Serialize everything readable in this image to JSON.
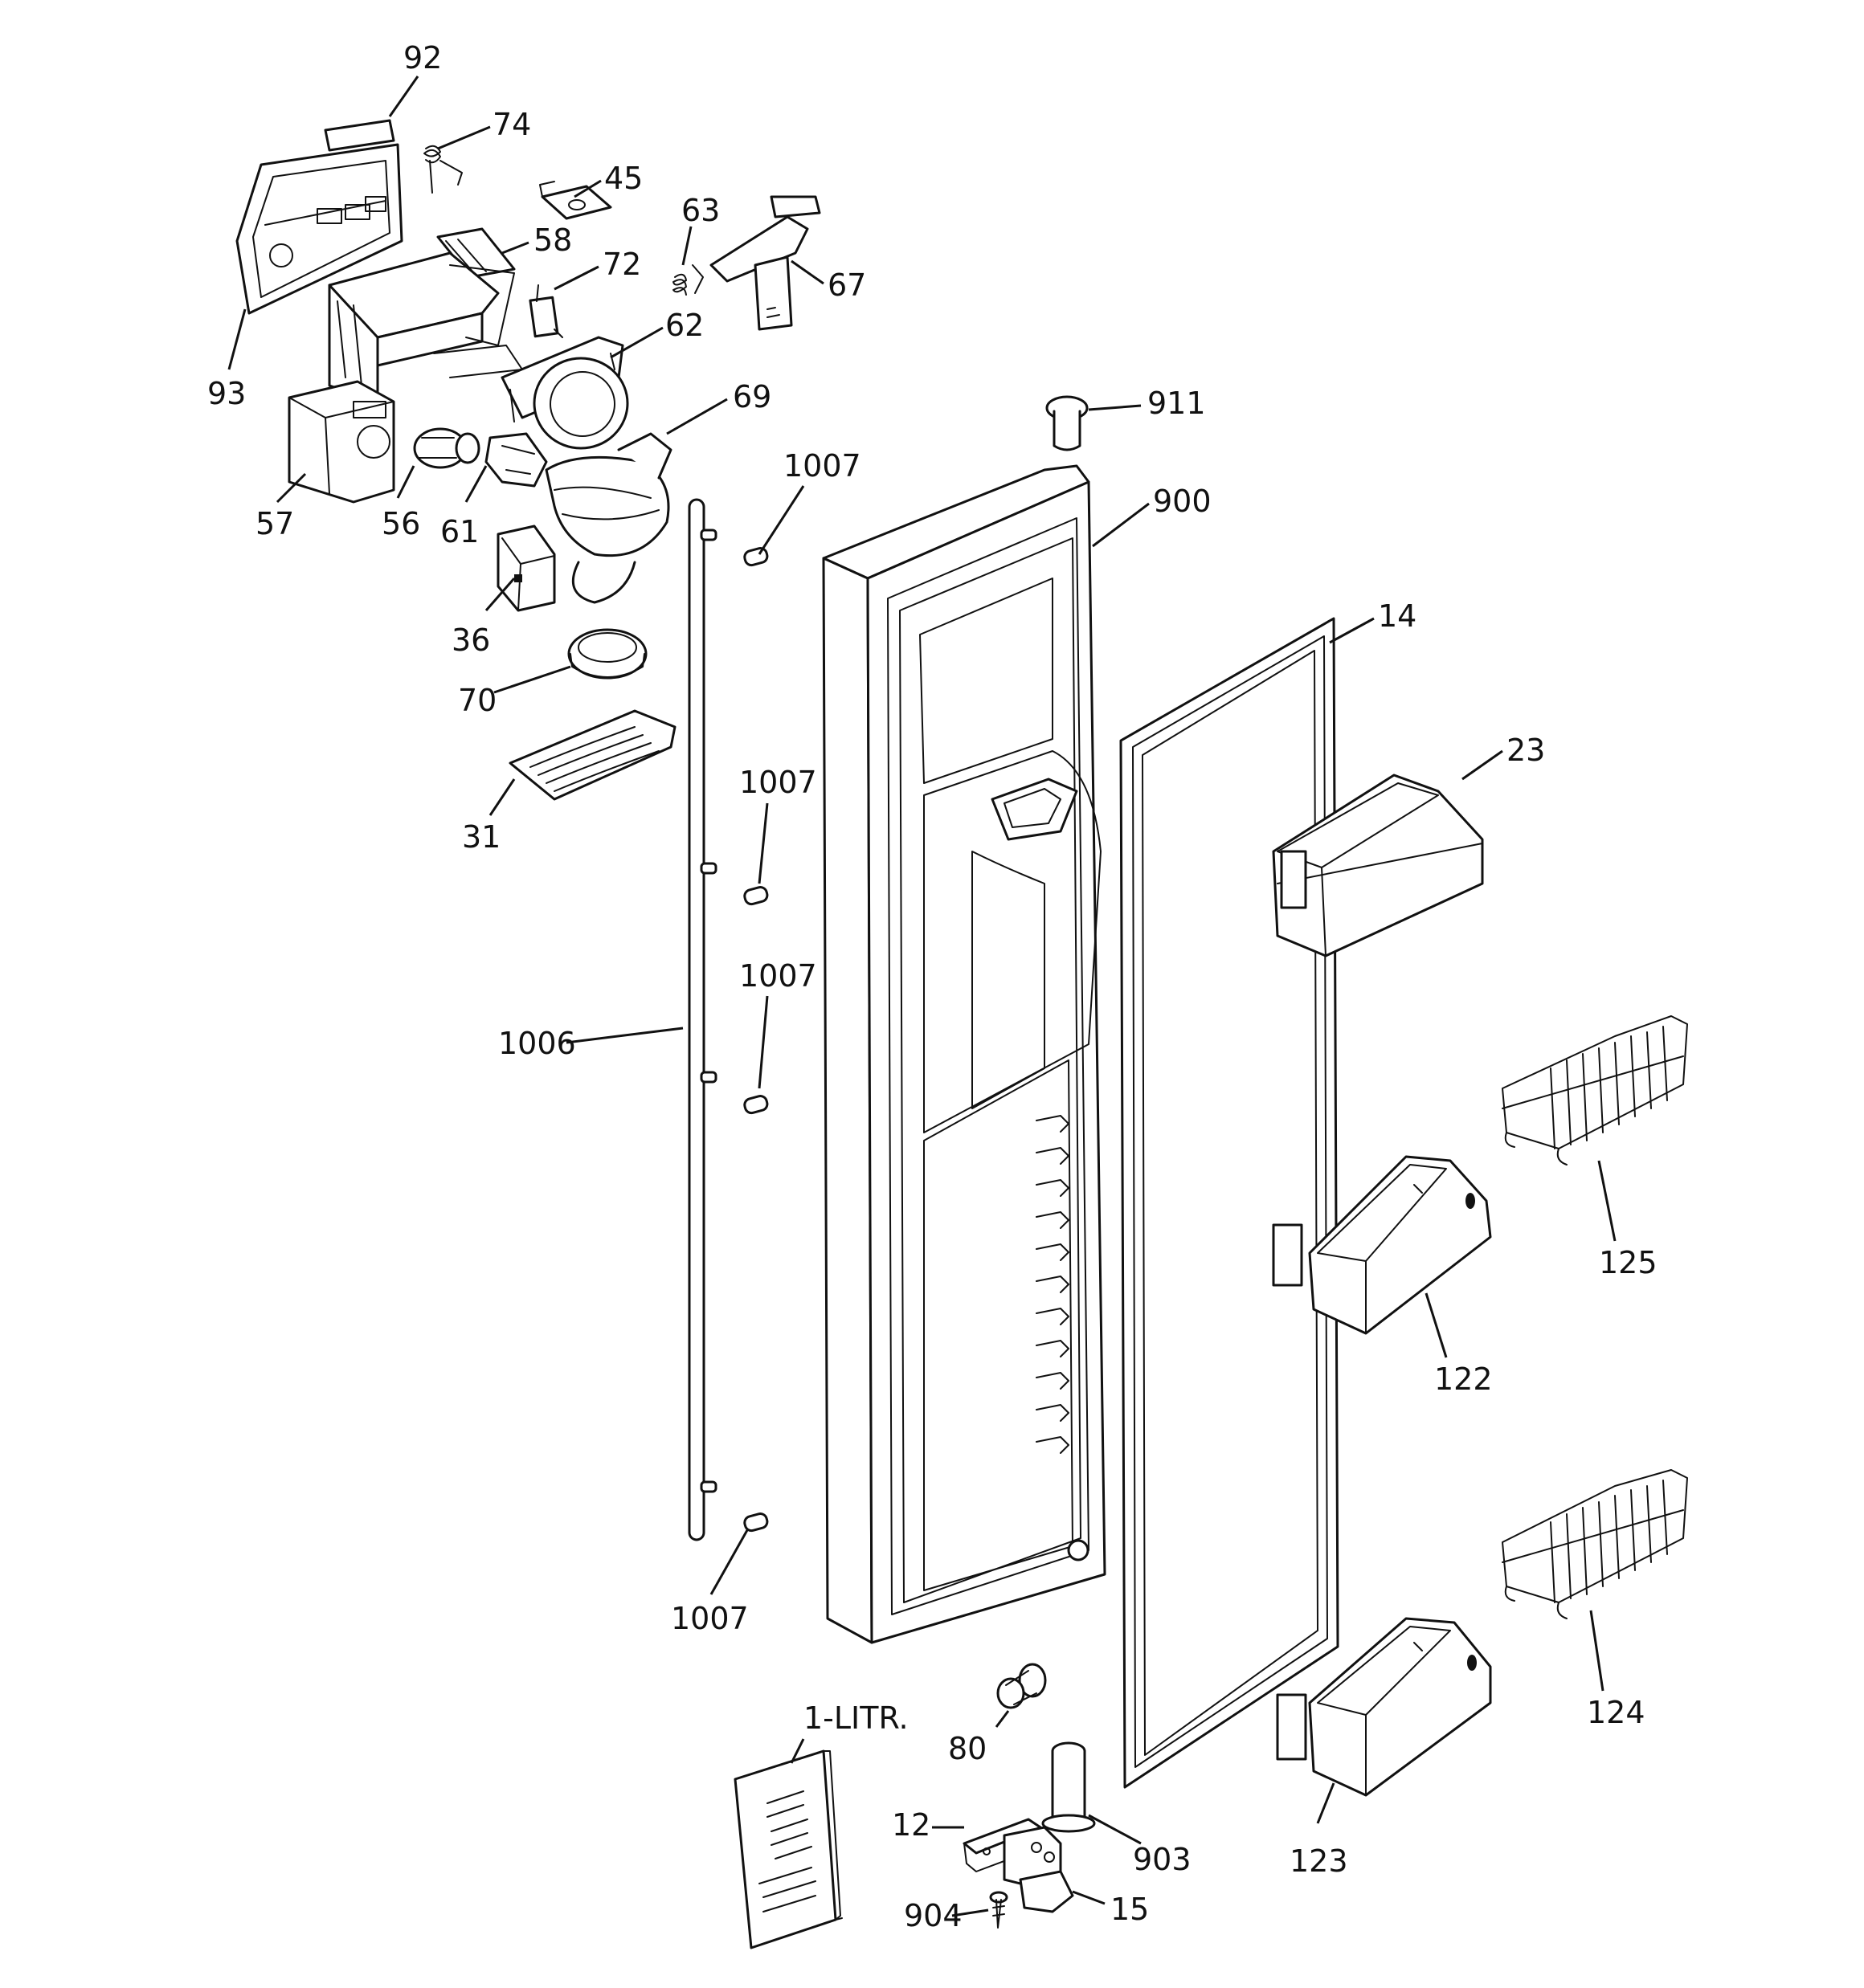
{
  "callouts": [
    {
      "id": "p92",
      "text": "92"
    },
    {
      "id": "p74",
      "text": "74"
    },
    {
      "id": "p45",
      "text": "45"
    },
    {
      "id": "p58",
      "text": "58"
    },
    {
      "id": "p63",
      "text": "63"
    },
    {
      "id": "p72",
      "text": "72"
    },
    {
      "id": "p67",
      "text": "67"
    },
    {
      "id": "p62",
      "text": "62"
    },
    {
      "id": "p93",
      "text": "93"
    },
    {
      "id": "p69",
      "text": "69"
    },
    {
      "id": "p911",
      "text": "911"
    },
    {
      "id": "p57",
      "text": "57"
    },
    {
      "id": "p56",
      "text": "56"
    },
    {
      "id": "p61",
      "text": "61"
    },
    {
      "id": "p1007a",
      "text": "1007"
    },
    {
      "id": "p900",
      "text": "900"
    },
    {
      "id": "p36",
      "text": "36"
    },
    {
      "id": "p14",
      "text": "14"
    },
    {
      "id": "p70",
      "text": "70"
    },
    {
      "id": "p23",
      "text": "23"
    },
    {
      "id": "p1007b",
      "text": "1007"
    },
    {
      "id": "p31",
      "text": "31"
    },
    {
      "id": "p1007c",
      "text": "1007"
    },
    {
      "id": "p1006",
      "text": "1006"
    },
    {
      "id": "p125",
      "text": "125"
    },
    {
      "id": "p122",
      "text": "122"
    },
    {
      "id": "p1007d",
      "text": "1007"
    },
    {
      "id": "p1litr",
      "text": "1-LITR."
    },
    {
      "id": "p80",
      "text": "80"
    },
    {
      "id": "p124",
      "text": "124"
    },
    {
      "id": "p12",
      "text": "12"
    },
    {
      "id": "p903",
      "text": "903"
    },
    {
      "id": "p123",
      "text": "123"
    },
    {
      "id": "p15",
      "text": "15"
    },
    {
      "id": "p904",
      "text": "904"
    }
  ]
}
